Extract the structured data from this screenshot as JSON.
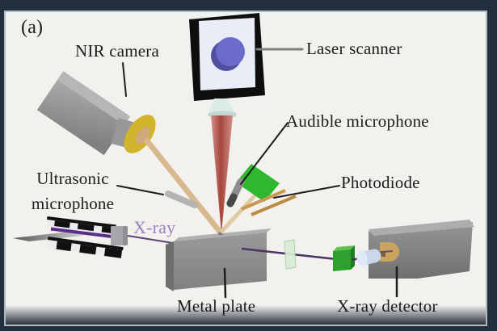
{
  "figure": {
    "panel_label": "(a)",
    "labels": {
      "nir_camera": "NIR camera",
      "laser_scanner": "Laser scanner",
      "audible_microphone": "Audible microphone",
      "photodiode": "Photodiode",
      "ultrasonic_line1": "Ultrasonic",
      "ultrasonic_line2": "microphone",
      "xray_beam": "X-ray",
      "metal_plate": "Metal plate",
      "xray_detector": "X-ray detector"
    },
    "colors": {
      "background": "#f2f1ee",
      "frame": "#242f3d",
      "frame_line": "#aab9c8",
      "laser_red": "#b04e43",
      "xray_purple": "#5c2d87",
      "xray_label_purple": "#9a82bd",
      "photodiode_green": "#2eb82e",
      "filter_cube_green": "#2da02d",
      "lens_ring_yellow": "#d2b42c",
      "scanner_lens_blue": "#6b6bcb",
      "nir_beam_tan": "#d9b88e",
      "attenuator_green": "#d7ecd4",
      "scintillator_blue": "#c9d6ec",
      "annotation_black": "#1c1c1c"
    }
  }
}
